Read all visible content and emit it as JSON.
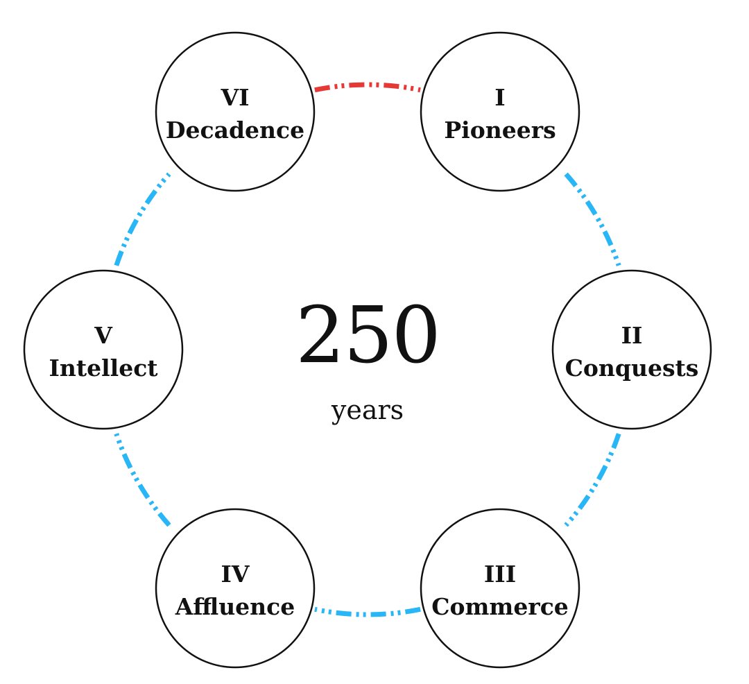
{
  "center": {
    "number": "250",
    "unit": "years"
  },
  "stages": [
    {
      "numeral": "I",
      "name": "Pioneers"
    },
    {
      "numeral": "II",
      "name": "Conquests"
    },
    {
      "numeral": "III",
      "name": "Commerce"
    },
    {
      "numeral": "IV",
      "name": "Affluence"
    },
    {
      "numeral": "V",
      "name": "Intellect"
    },
    {
      "numeral": "VI",
      "name": "Decadence"
    }
  ],
  "connectors": [
    {
      "from": "I",
      "to": "II",
      "color": "#29b6f6"
    },
    {
      "from": "II",
      "to": "III",
      "color": "#29b6f6"
    },
    {
      "from": "III",
      "to": "IV",
      "color": "#29b6f6"
    },
    {
      "from": "IV",
      "to": "V",
      "color": "#29b6f6"
    },
    {
      "from": "V",
      "to": "VI",
      "color": "#29b6f6"
    },
    {
      "from": "VI",
      "to": "I",
      "color": "#e53935"
    }
  ]
}
